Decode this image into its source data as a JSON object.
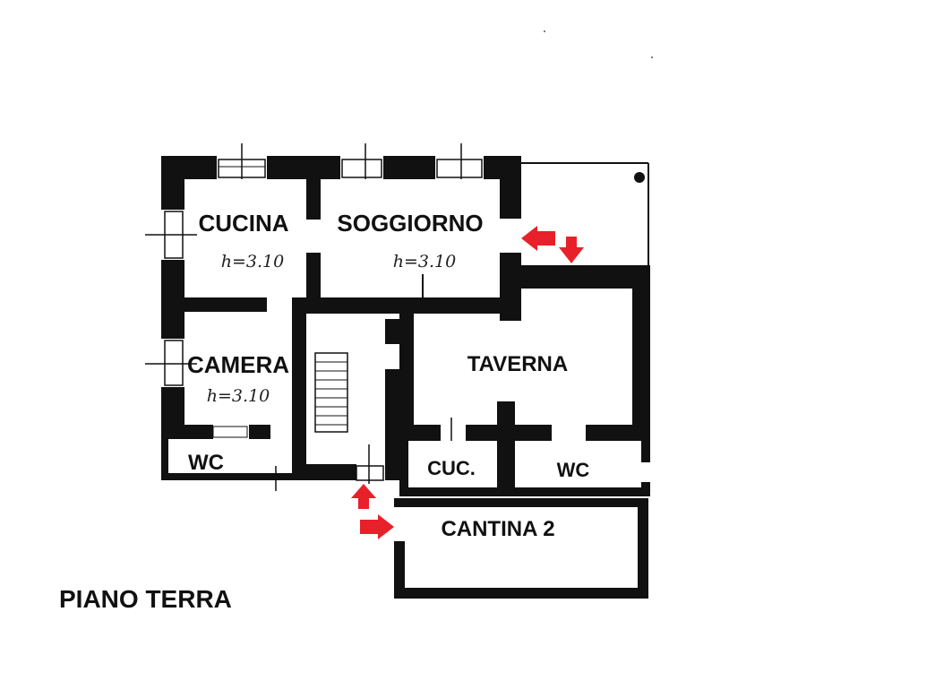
{
  "plan": {
    "title": "PIANO TERRA",
    "rooms": {
      "cucina": {
        "name": "CUCINA",
        "height": "h=3.10"
      },
      "soggiorno": {
        "name": "SOGGIORNO",
        "height": "h=3.10"
      },
      "camera": {
        "name": "CAMERA",
        "height": "h=3.10"
      },
      "wc1": {
        "name": "WC"
      },
      "taverna": {
        "name": "TAVERNA"
      },
      "cuc": {
        "name": "CUC."
      },
      "wc2": {
        "name": "WC"
      },
      "cantina": {
        "name": "CANTINA 2"
      }
    }
  },
  "colors": {
    "wall": "#111111",
    "arrow": "#e8202a",
    "background": "#ffffff"
  },
  "icons": {
    "entrance_arrow": "red-arrow-icon",
    "window": "window-icon",
    "stairs": "stairs-icon"
  }
}
